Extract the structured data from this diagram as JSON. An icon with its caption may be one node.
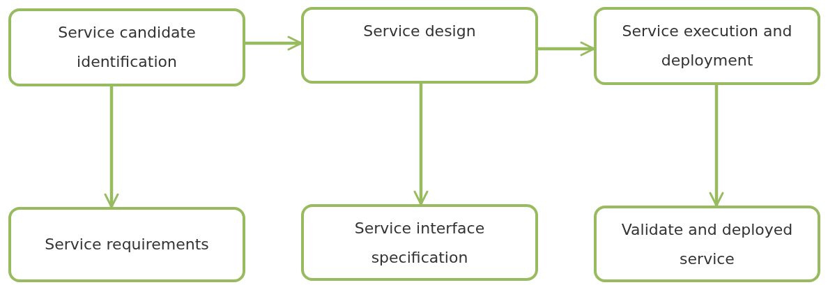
{
  "diagram": {
    "nodes": [
      {
        "text": [
          "Service candidate identification"
        ]
      },
      {
        "text": [
          "Service design"
        ]
      },
      {
        "text": [
          "Service execution and deployment"
        ]
      },
      {
        "text": [
          "Service requirements"
        ]
      },
      {
        "text": [
          "Service interface specification"
        ]
      },
      {
        "text": [
          "Validate and deployed service"
        ]
      }
    ],
    "edges": [
      {
        "from": 0,
        "to": 1,
        "arrow": "to"
      },
      {
        "from": 1,
        "to": 2,
        "arrow": "to"
      },
      {
        "from": 0,
        "to": 3,
        "arrow": "to"
      },
      {
        "from": 1,
        "to": 4,
        "arrow": "to"
      },
      {
        "from": 2,
        "to": 5,
        "arrow": "to"
      }
    ]
  }
}
